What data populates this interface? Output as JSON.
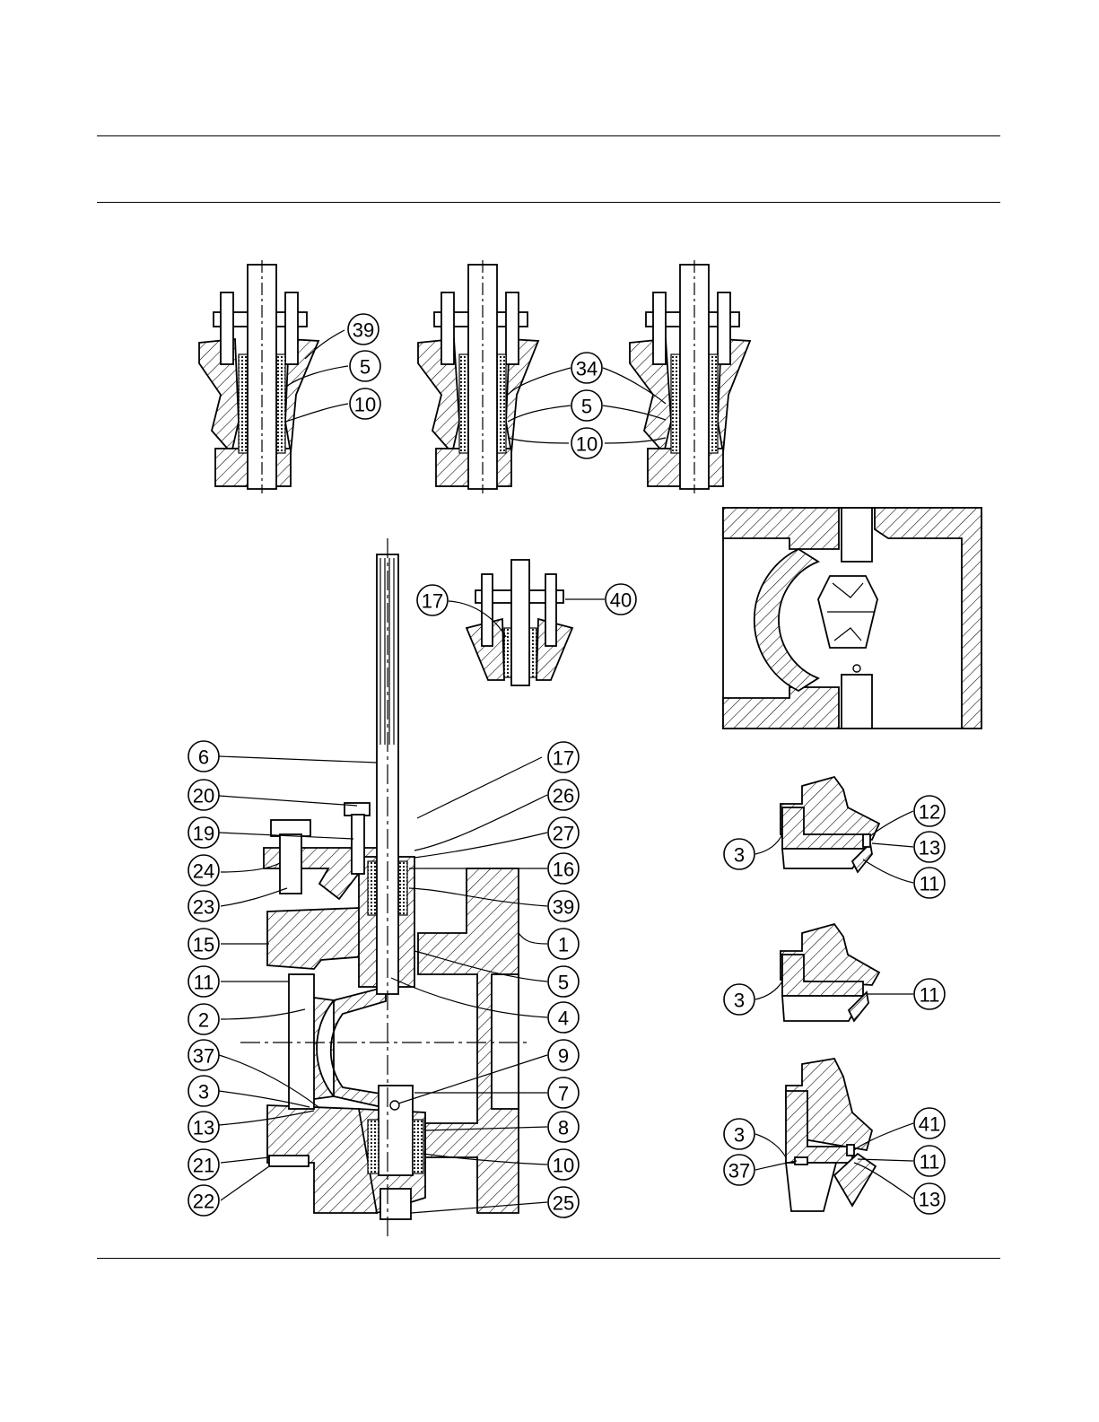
{
  "diagram": {
    "callouts": {
      "det1": [
        "39",
        "5",
        "10"
      ],
      "det2": [
        "34",
        "5",
        "10"
      ],
      "det3": [
        "17",
        "40"
      ],
      "main_left": [
        "6",
        "20",
        "19",
        "24",
        "23",
        "15",
        "11",
        "2",
        "37",
        "3",
        "13",
        "21",
        "22"
      ],
      "main_right": [
        "17",
        "26",
        "27",
        "16",
        "39",
        "1",
        "5",
        "4",
        "9",
        "7",
        "8",
        "10",
        "25"
      ],
      "seat1": [
        "3",
        "12",
        "13",
        "11"
      ],
      "seat2": [
        "3",
        "11"
      ],
      "seat3": [
        "3",
        "37",
        "41",
        "11",
        "13"
      ]
    }
  }
}
